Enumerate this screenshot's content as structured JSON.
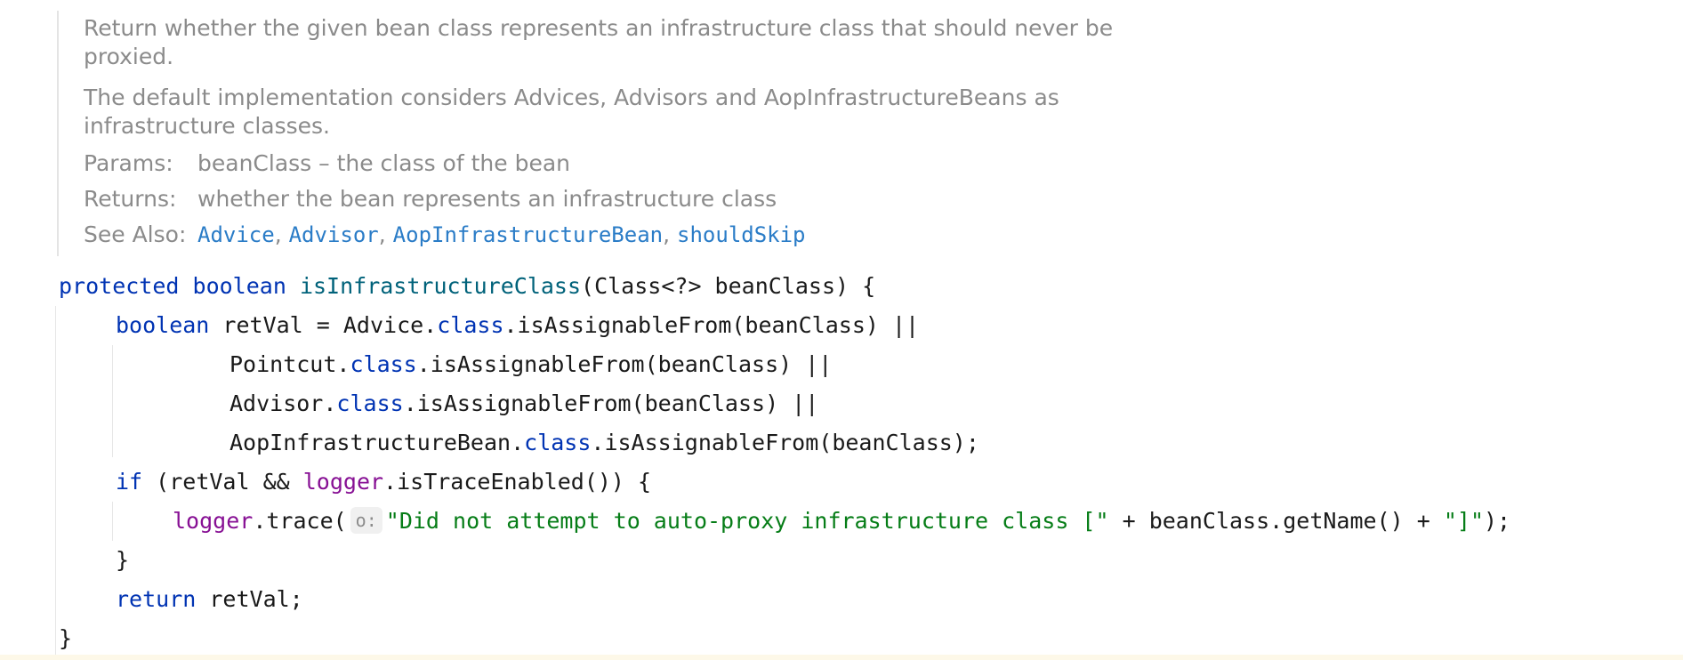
{
  "doc": {
    "para1": "Return whether the given bean class represents an infrastructure class that should never be proxied.",
    "para2": "The default implementation considers Advices, Advisors and AopInfrastructureBeans as infrastructure classes.",
    "params_tag": "Params:",
    "params_text": "beanClass – the class of the bean",
    "returns_tag": "Returns:",
    "returns_text": "whether the bean represents an infrastructure class",
    "see_also_tag": "See Also:",
    "see_also": [
      "Advice",
      "Advisor",
      "AopInfrastructureBean",
      "shouldSkip"
    ],
    "separator": ", "
  },
  "code": {
    "l1": {
      "kw1": "protected",
      "kw2": "boolean",
      "fn": "isInfrastructureClass",
      "rest": "(Class<?> beanClass) {"
    },
    "l2": {
      "kw": "boolean",
      "a": " retVal = Advice.",
      "cls": "class",
      "b": ".isAssignableFrom(beanClass) ||"
    },
    "l3": {
      "a": "Pointcut.",
      "cls": "class",
      "b": ".isAssignableFrom(beanClass) ||"
    },
    "l4": {
      "a": "Advisor.",
      "cls": "class",
      "b": ".isAssignableFrom(beanClass) ||"
    },
    "l5": {
      "a": "AopInfrastructureBean.",
      "cls": "class",
      "b": ".isAssignableFrom(beanClass);"
    },
    "l6": {
      "kw": "if",
      "a": " (retVal && ",
      "fld": "logger",
      "b": ".isTraceEnabled()) {"
    },
    "l7": {
      "fld": "logger",
      "a": ".trace(",
      "hint": "o:",
      "str1": "\"Did not attempt to auto-proxy infrastructure class [\"",
      "b": " + beanClass.getName() + ",
      "str2": "\"]\"",
      "c": ");"
    },
    "l8": {
      "a": "}"
    },
    "l9": {
      "kw": "return",
      "a": " retVal;"
    },
    "l10": {
      "a": "}"
    }
  },
  "colors": {
    "keyword": "#0033b3",
    "method": "#00627a",
    "field": "#871094",
    "string": "#067d17",
    "doc_text": "#8b8b8b",
    "doc_link": "#2a7cc7"
  }
}
